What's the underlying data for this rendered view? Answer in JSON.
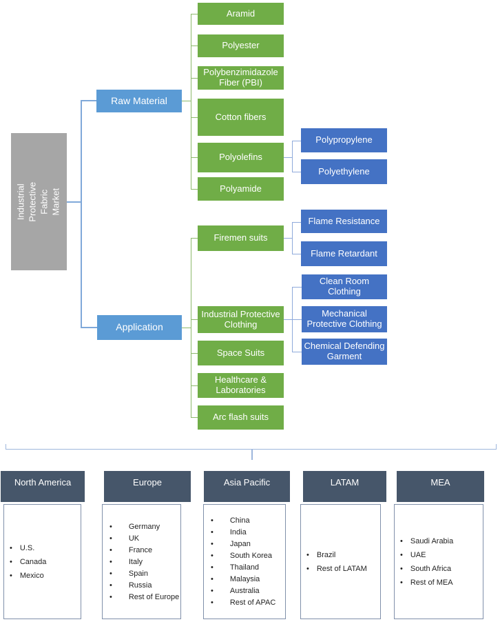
{
  "root": {
    "label": "Industrial Protective Fabric Market"
  },
  "tree": {
    "raw_material": {
      "label": "Raw Material",
      "items": [
        {
          "label": "Aramid"
        },
        {
          "label": "Polyester"
        },
        {
          "label": "Polybenzimidazole Fiber (PBI)"
        },
        {
          "label": "Cotton fibers"
        },
        {
          "label": "Polyolefins",
          "children": [
            {
              "label": "Polypropylene"
            },
            {
              "label": "Polyethylene"
            }
          ]
        },
        {
          "label": "Polyamide"
        }
      ]
    },
    "application": {
      "label": "Application",
      "items": [
        {
          "label": "Firemen suits",
          "children": [
            {
              "label": "Flame Resistance"
            },
            {
              "label": "Flame Retardant"
            }
          ]
        },
        {
          "label": "Industrial Protective Clothing",
          "children": [
            {
              "label": "Clean Room Clothing"
            },
            {
              "label": "Mechanical Protective Clothing"
            },
            {
              "label": "Chemical Defending Garment"
            }
          ]
        },
        {
          "label": "Space Suits"
        },
        {
          "label": "Healthcare & Laboratories"
        },
        {
          "label": "Arc flash suits"
        }
      ]
    }
  },
  "regions": [
    {
      "name": "North America",
      "items": [
        "U.S.",
        "Canada",
        "Mexico"
      ]
    },
    {
      "name": "Europe",
      "items": [
        "Germany",
        "UK",
        "France",
        "Italy",
        "Spain",
        "Russia",
        "Rest of Europe"
      ]
    },
    {
      "name": "Asia Pacific",
      "items": [
        "China",
        "India",
        "Japan",
        "South Korea",
        "Thailand",
        "Malaysia",
        "Australia",
        "Rest of APAC"
      ]
    },
    {
      "name": "LATAM",
      "items": [
        "Brazil",
        "Rest of LATAM"
      ]
    },
    {
      "name": "MEA",
      "items": [
        "Saudi Arabia",
        "UAE",
        "South Africa",
        "Rest of MEA"
      ]
    }
  ],
  "colors": {
    "category_green": "#70AD47",
    "branch_blue": "#5B9BD5",
    "subsegment_blue": "#4472C4",
    "root_gray": "#A6A6A6",
    "region_header_slate": "#46566A",
    "connector_green": "#8CB96A",
    "connector_blue": "#7FA8D9",
    "brace_blue": "#9DB6DC"
  }
}
